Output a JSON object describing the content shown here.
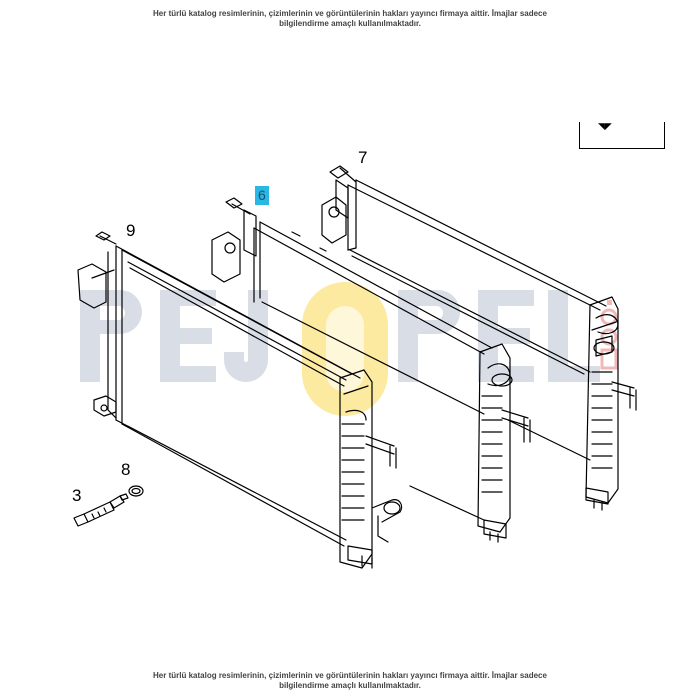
{
  "notice": {
    "top_line1": "Her türlü katalog resimlerinin, çizimlerinin ve görüntülerinin hakları yayıncı firmaya aittir. İmajlar sadece",
    "top_line2": "bilgilendirme amaçlı kullanılmaktadır.",
    "bottom_line1": "Her türlü katalog resimlerinin, çizimlerinin ve görüntülerinin hakları yayıncı firmaya aittir. İmajlar sadece",
    "bottom_line2": "bilgilendirme amaçlı kullanılmaktadır."
  },
  "watermark": {
    "text": "PEJOPEL.com"
  },
  "callouts": {
    "c7": "7",
    "c6": "6",
    "c9": "9",
    "c8": "8",
    "c3": "3"
  },
  "colors": {
    "highlight": "#29b8e6",
    "watermark_gray": "#d9dee6",
    "watermark_yellow": "#fbe58a",
    "line": "#000000"
  }
}
